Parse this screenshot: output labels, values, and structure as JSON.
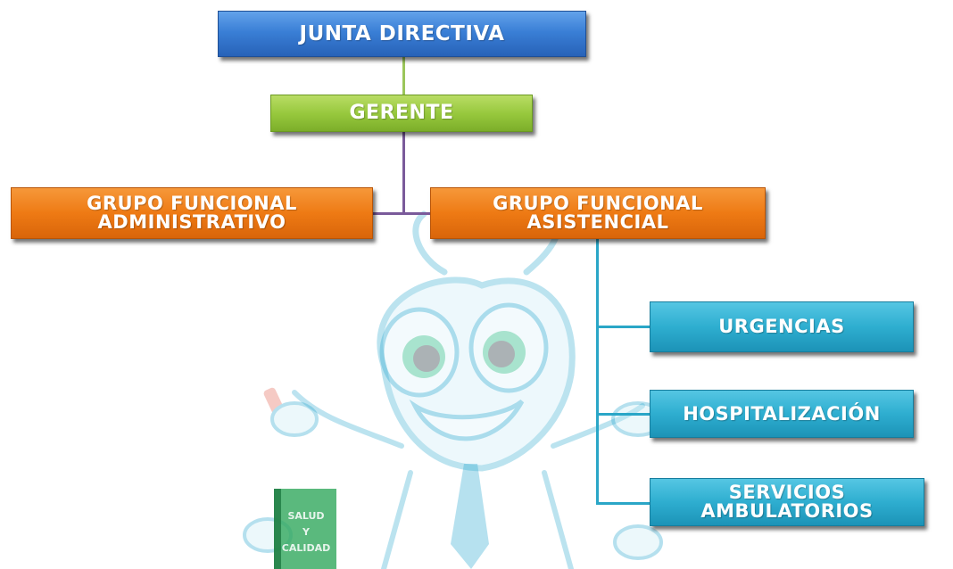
{
  "org_chart": {
    "board": {
      "label": "JUNTA DIRECTIVA"
    },
    "manager": {
      "label": "GERENTE"
    },
    "admin_group": {
      "line1": "GRUPO FUNCIONAL",
      "line2": "ADMINISTRATIVO"
    },
    "care_group": {
      "line1": "GRUPO FUNCIONAL",
      "line2": "ASISTENCIAL"
    },
    "care_units": [
      {
        "line1": "URGENCIAS"
      },
      {
        "line1": "HOSPITALIZACIÓN"
      },
      {
        "line1": "SERVICIOS",
        "line2": "AMBULATORIOS"
      }
    ]
  },
  "watermark": {
    "book_lines": [
      "SALUD",
      "Y",
      "CALIDAD"
    ]
  },
  "colors": {
    "board": "#3a7fd6",
    "manager": "#98c93e",
    "groups": "#ee7a14",
    "units": "#2eaed0",
    "line_green": "#9bc65a",
    "line_purple": "#7a5a9a",
    "line_teal": "#2aa6c7"
  }
}
